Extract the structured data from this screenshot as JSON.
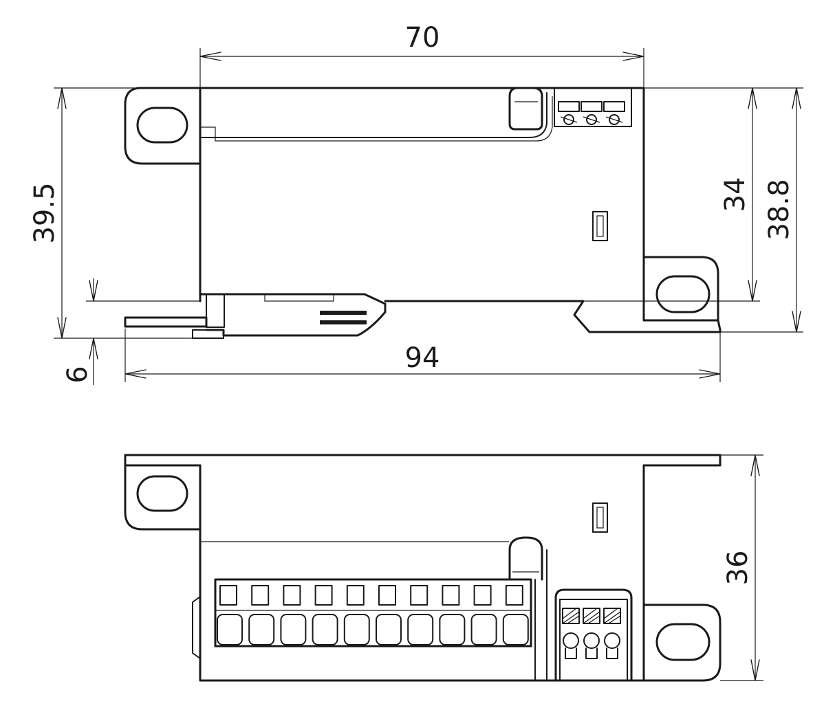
{
  "dimensions": {
    "top_width": "70",
    "bottom_width": "94",
    "left_height": "39.5",
    "left_small": "6",
    "right_inner": "34",
    "right_outer": "38.8",
    "lower_height": "36"
  },
  "colors": {
    "line": "#1a1a1a",
    "background": "#ffffff"
  }
}
